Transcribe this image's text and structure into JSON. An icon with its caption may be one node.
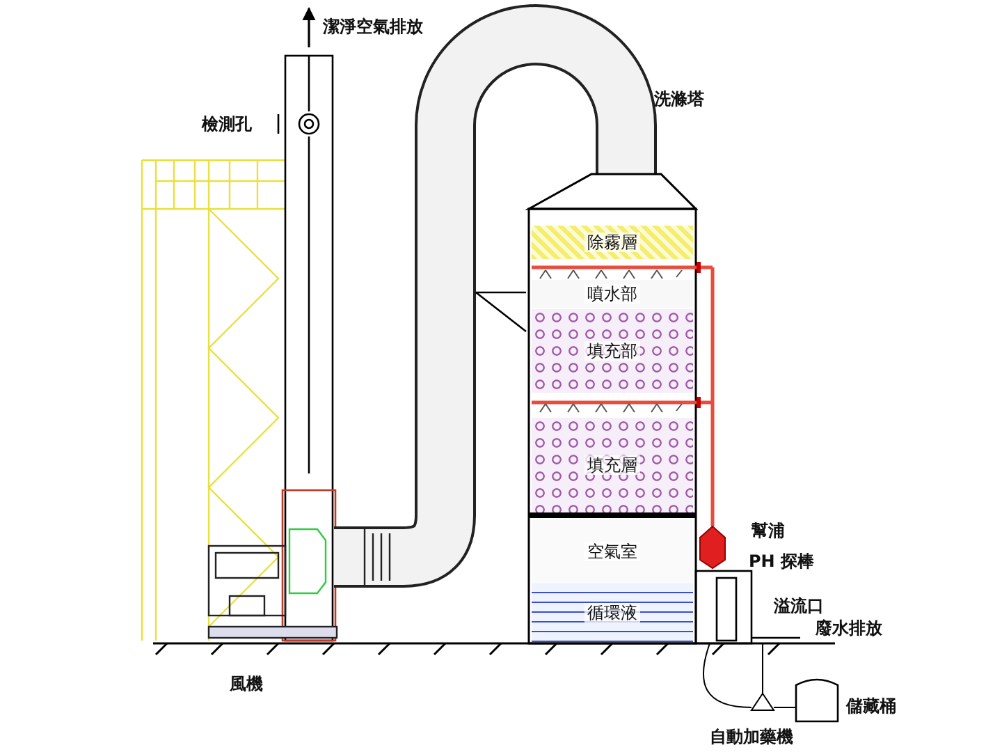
{
  "diagram": {
    "nodes": [
      {
        "text": [
          "除霧層"
        ]
      },
      {
        "text": [
          "噴水部"
        ]
      },
      {
        "text": [
          "填充部"
        ]
      },
      {
        "text": [
          "填充層"
        ]
      },
      {
        "text": [
          "空氣室"
        ]
      },
      {
        "text": [
          "循環液"
        ]
      }
    ],
    "labels": [
      "潔淨空氣排放",
      "檢測孔",
      "洗滌塔",
      "幫浦",
      "PH 探棒",
      "溢流口",
      "廢水排放",
      "風機",
      "儲藏桶",
      "自動加藥機"
    ]
  }
}
